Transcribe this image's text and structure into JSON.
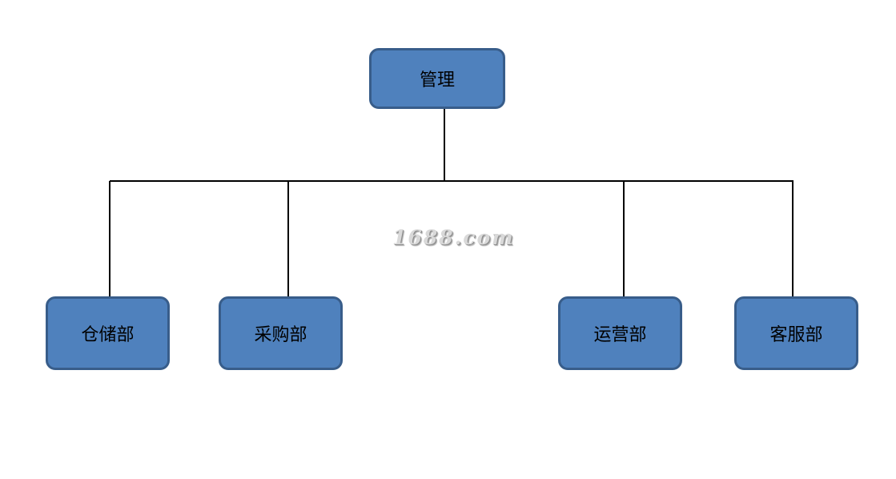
{
  "diagram": {
    "root": {
      "label": "管理"
    },
    "children": [
      {
        "label": "仓储部"
      },
      {
        "label": "采购部"
      },
      {
        "label": "运营部"
      },
      {
        "label": "客服部"
      }
    ],
    "colors": {
      "box_fill": "#4f81bd",
      "box_border": "#385d8a",
      "connector": "#000000"
    }
  },
  "watermark": {
    "text": "1688.com"
  }
}
